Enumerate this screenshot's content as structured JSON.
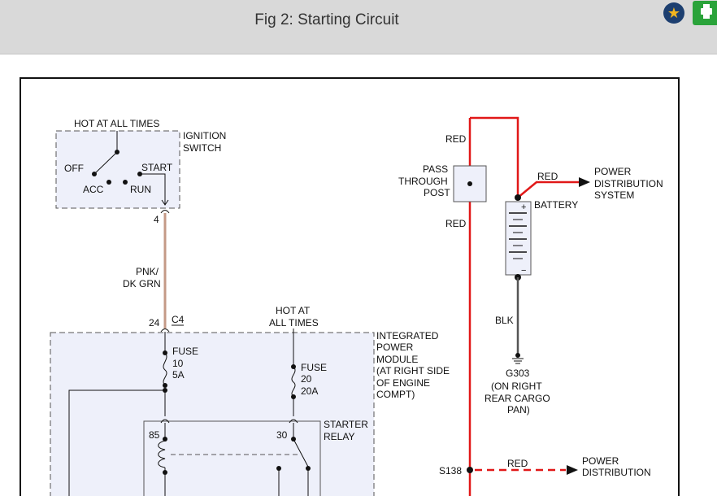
{
  "header": {
    "title": "Fig 2: Starting Circuit"
  },
  "colors": {
    "wire_red": "#e11818",
    "wire_pink_green": "#c49a87",
    "module_fill": "#eef0fa",
    "header_bg": "#d9d9d9"
  },
  "labels": {
    "hot_at_all_times_1": "HOT AT ALL TIMES",
    "ignition_1": "IGNITION",
    "ignition_2": "SWITCH",
    "off": "OFF",
    "start": "START",
    "acc": "ACC",
    "run": "RUN",
    "pin_4": "4",
    "wire_pnk_1": "PNK/",
    "wire_pnk_2": "DK GRN",
    "pin_24": "24",
    "conn_c4": "C4",
    "hot_at_2a": "HOT AT",
    "hot_at_2b": "ALL TIMES",
    "fuse10_1": "FUSE",
    "fuse10_2": "10",
    "fuse10_3": "5A",
    "fuse20_1": "FUSE",
    "fuse20_2": "20",
    "fuse20_3": "20A",
    "ipm_1": "INTEGRATED",
    "ipm_2": "POWER",
    "ipm_3": "MODULE",
    "ipm_4": "(AT RIGHT SIDE",
    "ipm_5": "OF ENGINE",
    "ipm_6": "COMPT)",
    "relay_1": "STARTER",
    "relay_2": "RELAY",
    "pin_85": "85",
    "pin_30": "30",
    "red_1": "RED",
    "pass_1": "PASS",
    "pass_2": "THROUGH",
    "pass_3": "POST",
    "red_2": "RED",
    "red_3": "RED",
    "pds_1a": "POWER",
    "pds_1b": "DISTRIBUTION",
    "pds_1c": "SYSTEM",
    "battery": "BATTERY",
    "plus": "+",
    "minus": "−",
    "blk": "BLK",
    "g303_1": "G303",
    "g303_2": "(ON RIGHT",
    "g303_3": "REAR CARGO",
    "g303_4": "PAN)",
    "s138": "S138",
    "red_4": "RED",
    "pds_2a": "POWER",
    "pds_2b": "DISTRIBUTION"
  }
}
